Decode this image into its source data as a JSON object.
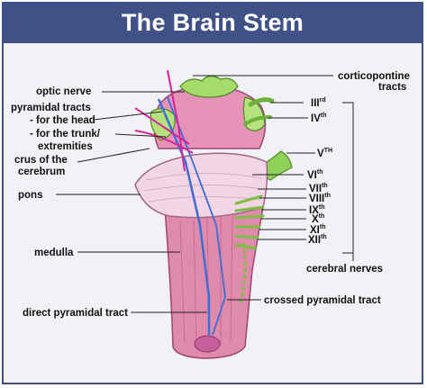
{
  "title": "The Brain Stem",
  "labels": {
    "corticopontine_tracts_1": "corticopontine",
    "corticopontine_tracts_2": "tracts",
    "optic_nerve": "optic nerve",
    "pyramidal_tracts": "pyramidal tracts",
    "for_the_head": "- for the head",
    "for_the_trunk": "- for the trunk/",
    "extremities": "extremities",
    "crus_1": "crus of the",
    "crus_2": "cerebrum",
    "pons": "pons",
    "medulla": "medulla",
    "direct_pyramidal_tract": "direct pyramidal tract",
    "crossed_pyramidal_tract": "crossed pyramidal tract",
    "cerebral_nerves": "cerebral nerves"
  },
  "nerves": [
    {
      "num": "III",
      "sup": "rd"
    },
    {
      "num": "IV",
      "sup": "th"
    },
    {
      "num": "V",
      "sup": "TH"
    },
    {
      "num": "VI",
      "sup": "th"
    },
    {
      "num": "VII",
      "sup": "th"
    },
    {
      "num": "VIII",
      "sup": "th"
    },
    {
      "num": "IX",
      "sup": "th"
    },
    {
      "num": "X",
      "sup": "th"
    },
    {
      "num": "XI",
      "sup": "th"
    },
    {
      "num": "XII",
      "sup": "th"
    }
  ],
  "colors": {
    "title_bg": "#3f5187",
    "medulla": "#e08aac",
    "pons": "#f3d6e6",
    "nerve_green": "#a6dc6a",
    "pyramidal_blue": "#3b6fd2",
    "tract_magenta": "#d6249a"
  }
}
